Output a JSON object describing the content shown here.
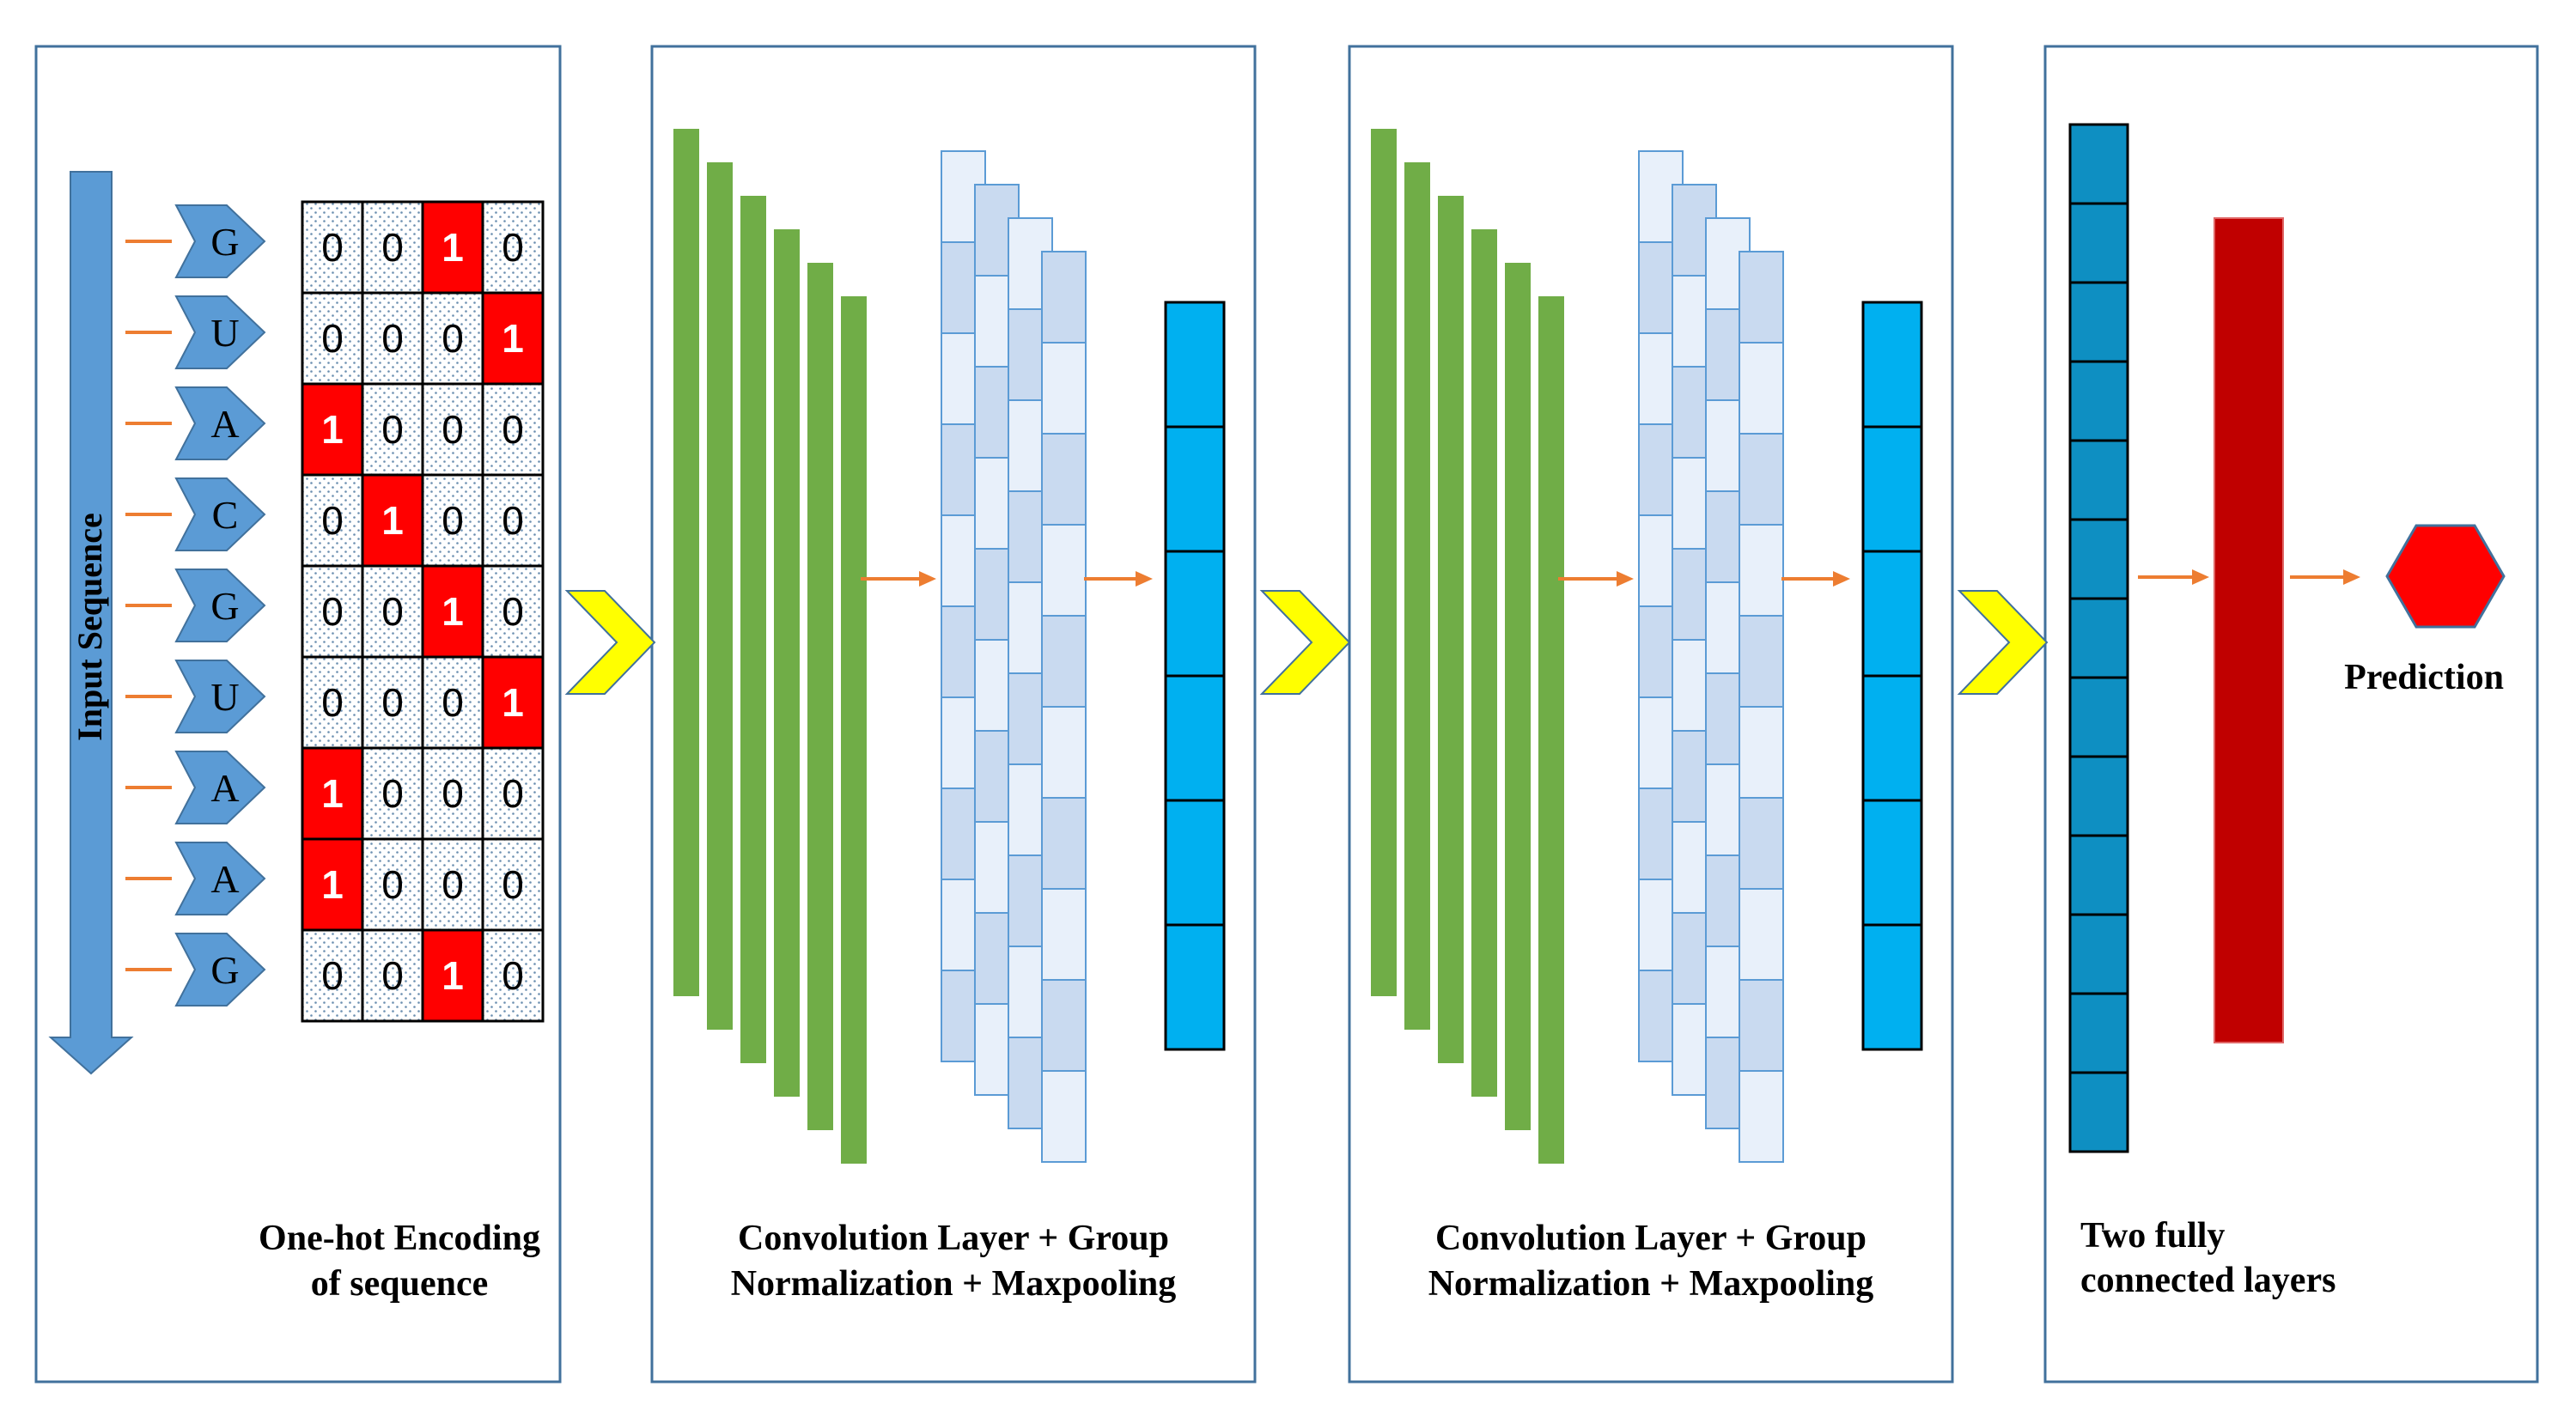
{
  "sequence": [
    "G",
    "U",
    "A",
    "C",
    "G",
    "U",
    "A",
    "A",
    "G"
  ],
  "onehot": [
    [
      0,
      0,
      1,
      0
    ],
    [
      0,
      0,
      0,
      1
    ],
    [
      1,
      0,
      0,
      0
    ],
    [
      0,
      1,
      0,
      0
    ],
    [
      0,
      0,
      1,
      0
    ],
    [
      0,
      0,
      0,
      1
    ],
    [
      1,
      0,
      0,
      0
    ],
    [
      1,
      0,
      0,
      0
    ],
    [
      0,
      0,
      1,
      0
    ]
  ],
  "labels": {
    "input_sequence": "Input Sequence",
    "encoding_line1": "One-hot Encoding",
    "encoding_line2": "of sequence",
    "conv1_line1": "Convolution  Layer + Group",
    "conv1_line2": "Normalization + Maxpooling",
    "conv2_line1": "Convolution  Layer + Group",
    "conv2_line2": "Normalization + Maxpooling",
    "fc_line1": "Two fully",
    "fc_line2": "connected layers",
    "prediction": "Prediction"
  },
  "colors": {
    "panel_border": "#41719c",
    "seq_arrow": "#5b9bd5",
    "connector": "#ed7d31",
    "one_cell": "#ff0000",
    "cell_dots": "#6b8fb0",
    "filter_bar": "#70ad47",
    "feature_map_light": "#e8f0fa",
    "feature_map_dark": "#c9daf0",
    "feature_map_border": "#5b9bd5",
    "pooled_vector": "#00b0f0",
    "flatten_vector": "#0e8fc2",
    "dense_layer": "#c00000",
    "prediction_node": "#ff0000",
    "stage_chevron": "#ffff00"
  }
}
